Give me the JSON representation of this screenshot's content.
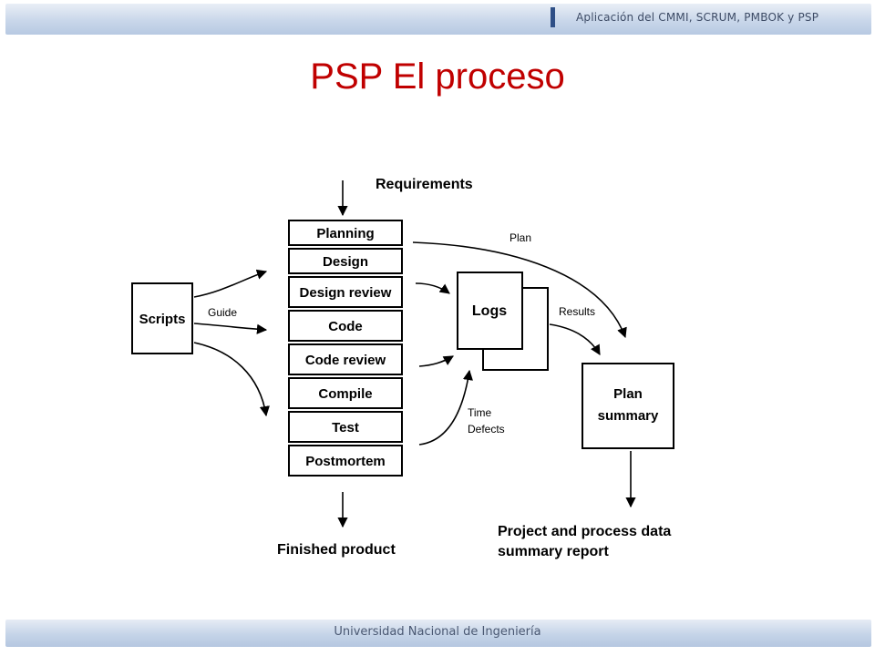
{
  "header": {
    "subtitle": "Aplicación del CMMI, SCRUM, PMBOK y PSP"
  },
  "slide": {
    "title": "PSP El proceso"
  },
  "footer": {
    "text": "Universidad Nacional de Ingeniería"
  },
  "diagram": {
    "requirements": "Requirements",
    "phases": [
      "Planning",
      "Design",
      "Design review",
      "Code",
      "Code review",
      "Compile",
      "Test",
      "Postmortem"
    ],
    "scripts": "Scripts",
    "guide": "Guide",
    "logs": "Logs",
    "plan_label": "Plan",
    "results_label": "Results",
    "time_label": "Time",
    "defects_label": "Defects",
    "plan_summary_line1": "Plan",
    "plan_summary_line2": "summary",
    "finished_product": "Finished product",
    "report_line1": "Project and process data",
    "report_line2": "summary report"
  }
}
